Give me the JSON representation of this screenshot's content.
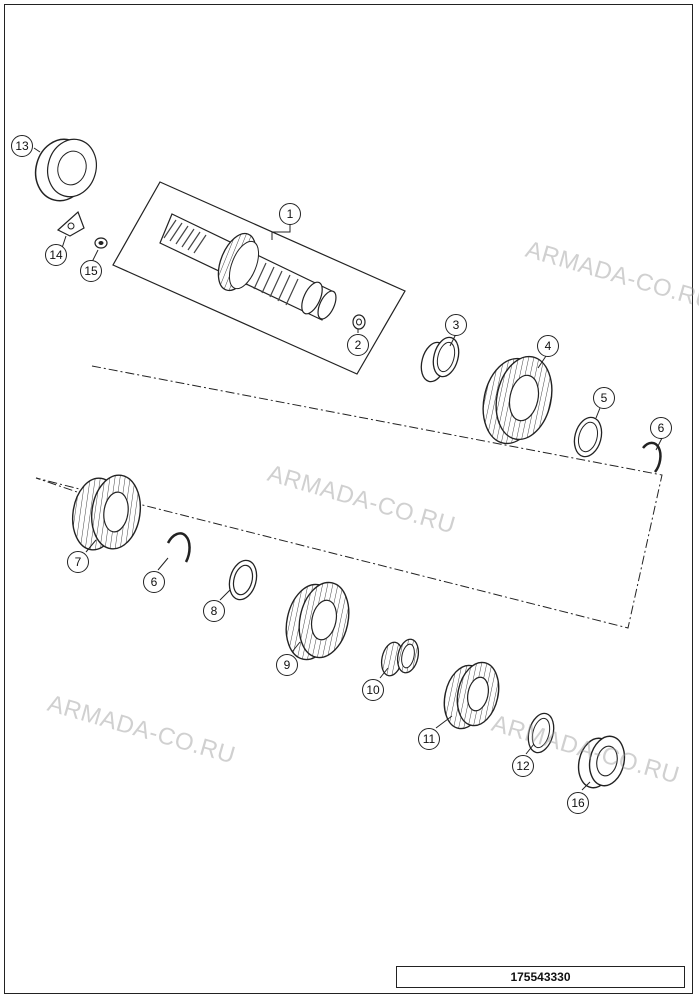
{
  "document_number": "175543330",
  "watermark": "ARMADA-CO.RU",
  "callouts": {
    "c1": "1",
    "c2": "2",
    "c3": "3",
    "c4": "4",
    "c5": "5",
    "c6a": "6",
    "c6b": "6",
    "c7": "7",
    "c8": "8",
    "c9": "9",
    "c10": "10",
    "c11": "11",
    "c12": "12",
    "c13": "13",
    "c14": "14",
    "c15": "15",
    "c16": "16"
  }
}
